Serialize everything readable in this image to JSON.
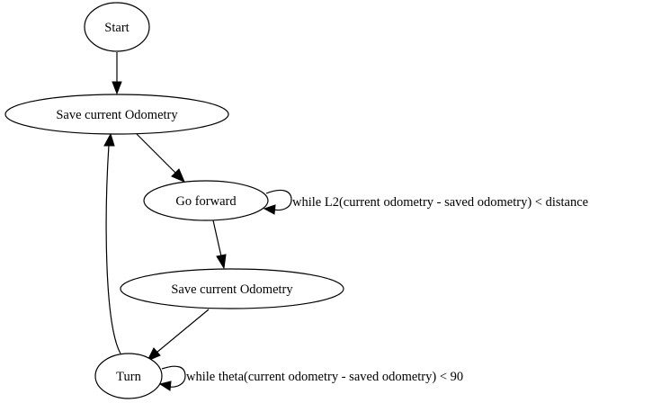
{
  "nodes": {
    "start": "Start",
    "save_odometry_1": "Save current Odometry",
    "go_forward": "Go forward",
    "save_odometry_2": "Save current Odometry",
    "turn": "Turn"
  },
  "edges": {
    "go_forward_loop": "while L2(current odometry - saved odometry) < distance",
    "turn_loop": "while theta(current odometry - saved odometry) < 90"
  },
  "colors": {
    "stroke": "#000000",
    "fill": "#ffffff"
  }
}
